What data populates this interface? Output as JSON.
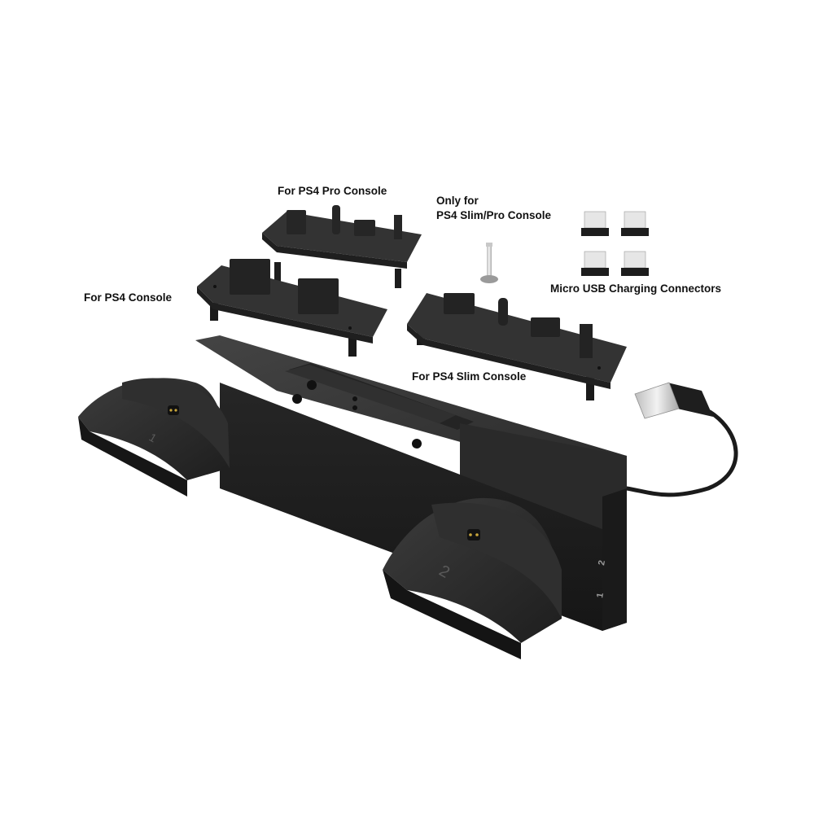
{
  "product": {
    "name": "PS4 vertical stand with dual controller charging dock",
    "colors": {
      "body": "#2b2b2b",
      "body_light": "#3a3a3a",
      "body_dark": "#1a1a1a",
      "background": "#ffffff",
      "usb_metal": "#d9d9d9"
    }
  },
  "labels": {
    "ps4_pro_console": "For PS4 Pro Console",
    "only_for_line1": "Only for",
    "only_for_line2": "PS4 Slim/Pro Console",
    "micro_usb": "Micro USB Charging Connectors",
    "ps4_console": "For PS4 Console",
    "ps4_slim_console": "For PS4 Slim Console"
  },
  "components": [
    {
      "id": "adapter-ps4-pro",
      "label_ref": "ps4_pro_console"
    },
    {
      "id": "mounting-screw",
      "label_ref": "only_for_line2"
    },
    {
      "id": "micro-usb-connectors",
      "count": 4,
      "label_ref": "micro_usb"
    },
    {
      "id": "adapter-ps4",
      "label_ref": "ps4_console"
    },
    {
      "id": "adapter-ps4-slim",
      "label_ref": "ps4_slim_console"
    },
    {
      "id": "charging-dock",
      "cradles": [
        "1",
        "2"
      ],
      "port_labels": [
        "2",
        "1"
      ]
    },
    {
      "id": "usb-cable",
      "connector": "USB-A"
    }
  ],
  "dock_markings": {
    "cradle_1": "1",
    "cradle_2": "2",
    "port_1": "1",
    "port_2": "2"
  }
}
